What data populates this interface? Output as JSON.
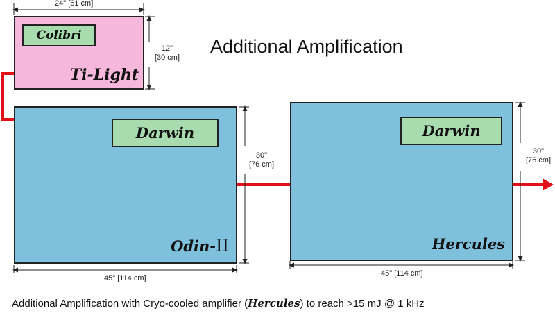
{
  "title": "Additional Amplification",
  "caption": {
    "before": "Additional Amplification with Cryo-cooled amplifier (",
    "emphasis": "Hercules",
    "after": ") to reach >15 mJ @ 1 kHz"
  },
  "tilight": {
    "name": "Ti-Light",
    "module": "Colibri",
    "width_label": "24\" [61 cm]",
    "height_label_line1": "12\"",
    "height_label_line2": "[30 cm]"
  },
  "odin": {
    "name_main": "Odin-",
    "name_numeral": "II",
    "module": "Darwin",
    "width_label": "45\" [114 cm]",
    "height_label_line1": "30\"",
    "height_label_line2": "[76 cm]"
  },
  "hercules": {
    "name": "Hercules",
    "module": "Darwin",
    "width_label": "45\" [114 cm]",
    "height_label_line1": "30\"",
    "height_label_line2": "[76 cm]"
  },
  "colors": {
    "tilight_fill": "#f5b8dc",
    "amp_fill": "#7fc0dc",
    "module_fill": "#a8dcae",
    "beam": "#e3101a"
  }
}
